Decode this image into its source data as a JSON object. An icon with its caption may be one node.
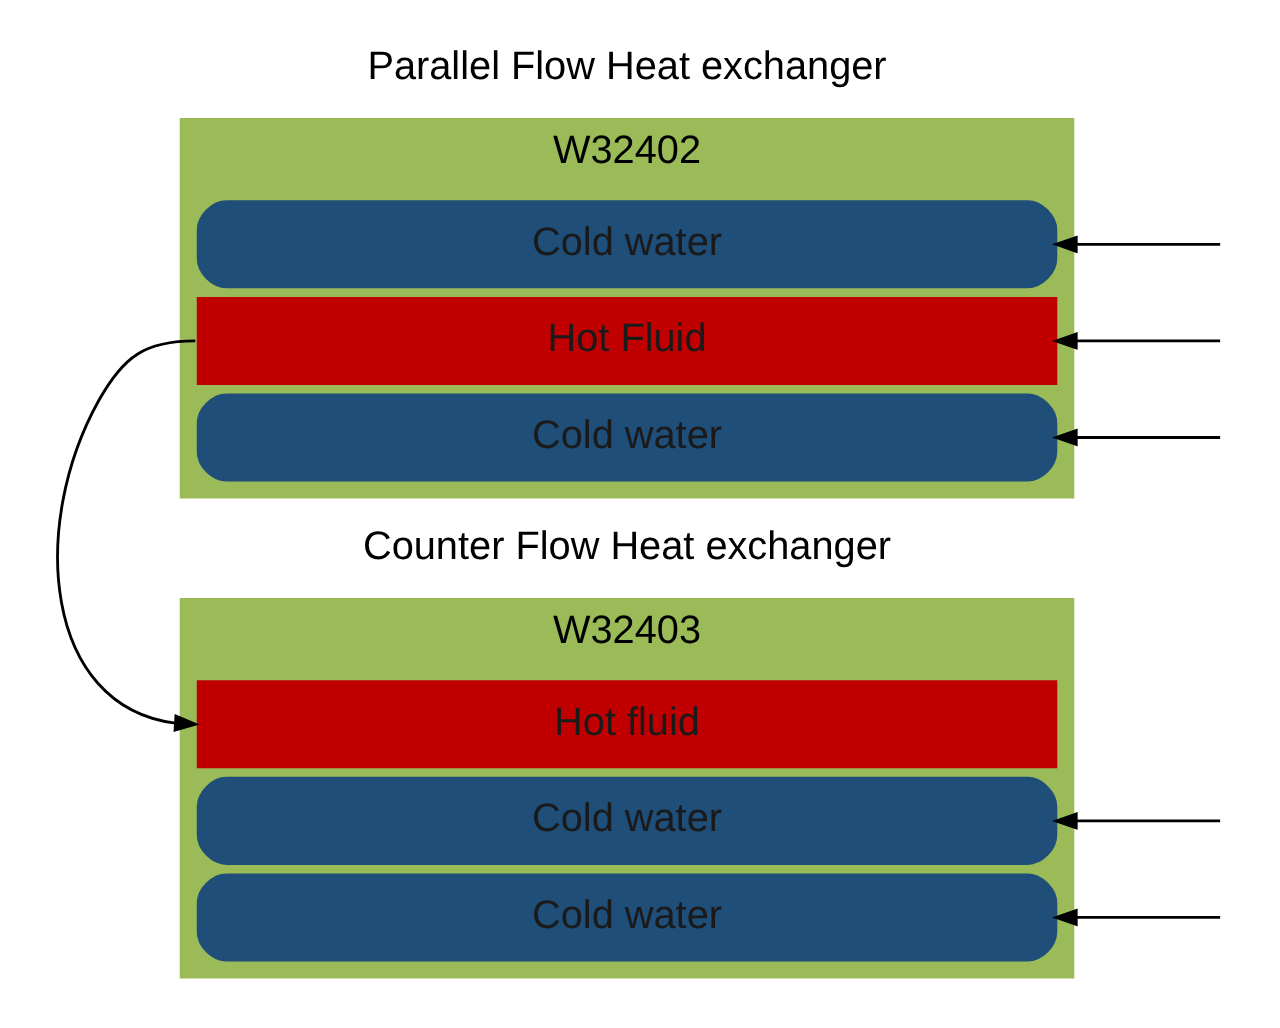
{
  "diagram": {
    "nodes": [
      {
        "text": [
          "W32403"
        ],
        "beside": [
          "Counter Flow Heat exchanger"
        ]
      },
      {
        "text": [
          "Cold water"
        ],
        "in": 0
      },
      {
        "text": [
          "Hot fluid"
        ],
        "in": 0
      },
      {
        "text": [
          "Cold water"
        ],
        "in": 0
      },
      {
        "text": [
          "W32402"
        ],
        "beside": [
          "Parallel Flow Heat exchanger"
        ]
      },
      {
        "text": [
          "Cold water"
        ],
        "in": 4
      },
      {
        "text": [
          "Hot Fluid"
        ],
        "in": 4
      },
      {
        "text": [
          "Cold water"
        ],
        "in": 4
      }
    ],
    "edges": [
      {
        "from": null,
        "to": 1,
        "arrow": "to"
      },
      {
        "from": null,
        "to": 3,
        "arrow": "to"
      },
      {
        "from": 6,
        "to": 2,
        "arrow": "to"
      },
      {
        "from": null,
        "to": 5,
        "arrow": "to"
      },
      {
        "from": null,
        "to": 6,
        "arrow": "to"
      },
      {
        "from": null,
        "to": 7,
        "arrow": "to"
      }
    ]
  }
}
